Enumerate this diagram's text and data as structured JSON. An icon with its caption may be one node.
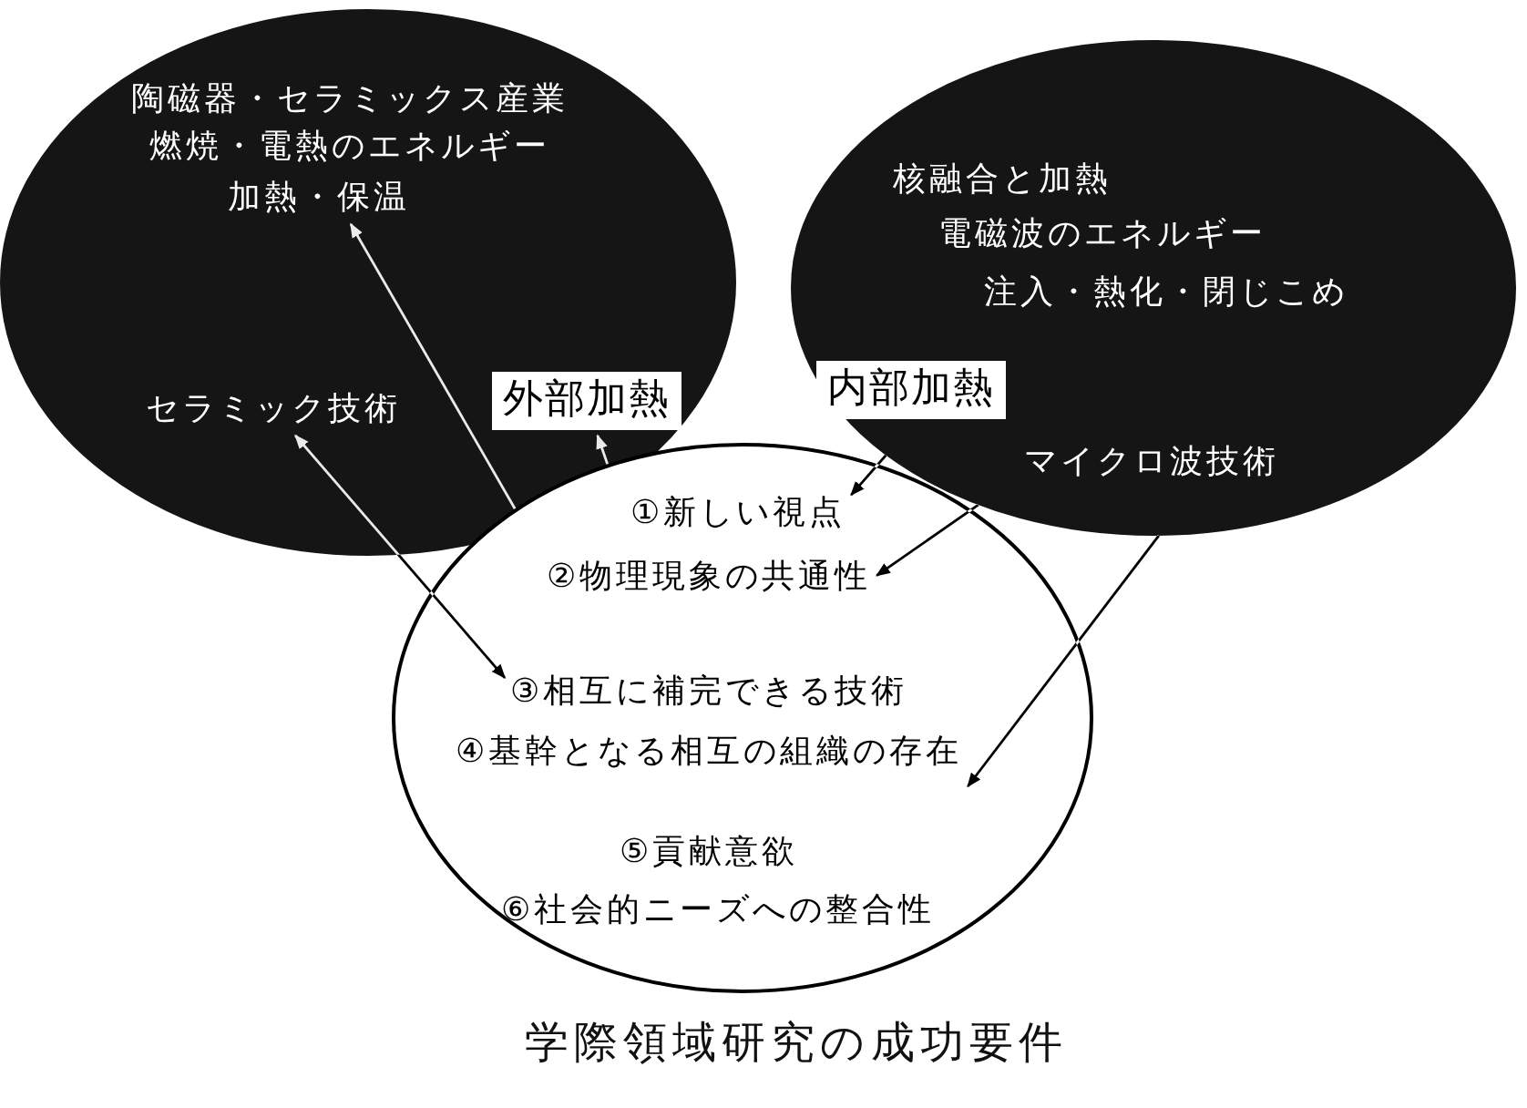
{
  "diagram": {
    "caption": "学際領域研究の成功要件",
    "nodes": [
      {
        "text": [],
        "shape": "circle"
      },
      {
        "text": [
          "陶磁器・セラミックス産業"
        ],
        "in": 0
      },
      {
        "text": [
          "燃焼・電熱のエネルギー"
        ],
        "in": 0
      },
      {
        "text": [
          "加熱・保温"
        ],
        "in": 0
      },
      {
        "text": [
          "外部加熱"
        ],
        "in": 0
      },
      {
        "text": [
          "セラミック技術"
        ],
        "in": 0
      },
      {
        "text": [],
        "shape": "circle"
      },
      {
        "text": [
          "核融合と加熱"
        ],
        "in": 6
      },
      {
        "text": [
          "電磁波のエネルギー"
        ],
        "in": 6
      },
      {
        "text": [
          "注入・熱化・閉じこめ"
        ],
        "in": 6
      },
      {
        "text": [
          "内部加熱"
        ],
        "in": 6
      },
      {
        "text": [
          "マイクロ波技術"
        ],
        "in": 6
      },
      {
        "text": [],
        "shape": "circle"
      },
      {
        "text": [
          "①新しい視点"
        ],
        "in": 12
      },
      {
        "text": [
          "②物理現象の共通性"
        ],
        "in": 12
      },
      {
        "text": [
          "③相互に補完できる技術"
        ],
        "in": 12
      },
      {
        "text": [
          "④基幹となる相互の組織の存在"
        ],
        "in": 12
      },
      {
        "text": [
          "⑤貢献意欲"
        ],
        "in": 12
      },
      {
        "text": [
          "⑥社会的ニーズへの整合性"
        ],
        "in": 12
      }
    ],
    "edges": [
      {
        "from": 12,
        "to": 3,
        "arrow": "to"
      },
      {
        "from": 12,
        "to": 4,
        "arrow": "to"
      },
      {
        "from": 5,
        "to": 15,
        "arrow": "both"
      },
      {
        "from": 6,
        "to": 13,
        "arrow": "to"
      },
      {
        "from": 6,
        "to": 14,
        "arrow": "to"
      },
      {
        "from": 6,
        "to": 16,
        "arrow": "to"
      }
    ]
  }
}
